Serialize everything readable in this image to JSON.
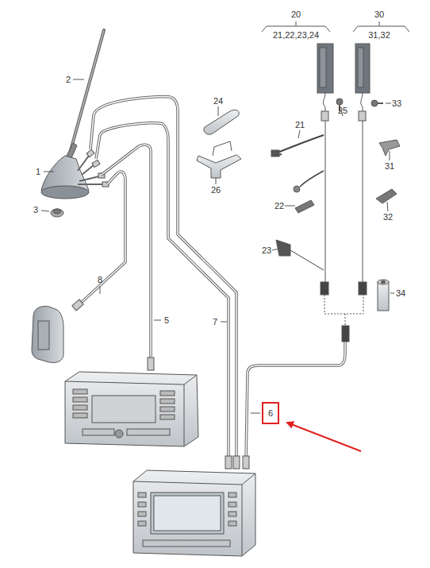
{
  "diagram": {
    "nodes": [
      {
        "text": [
          "6"
        ]
      }
    ],
    "labels": [
      "20",
      "21,22,23,24",
      "30",
      "31,32",
      "2",
      "24",
      "33",
      "21",
      "25",
      "1",
      "26",
      "31",
      "3",
      "22",
      "32",
      "23",
      "8",
      "34",
      "5",
      "7"
    ]
  }
}
